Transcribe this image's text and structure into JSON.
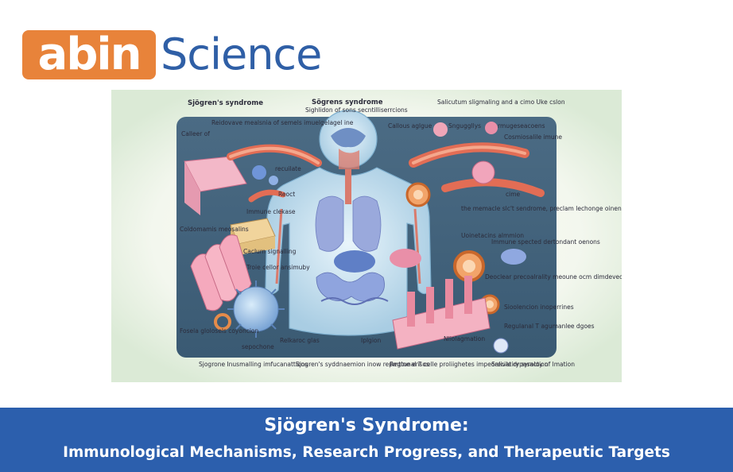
{
  "logo": {
    "badge_text": "abin",
    "brand_text": "Science",
    "badge_color": "#e8833a",
    "brand_color": "#2f5fa6"
  },
  "illustration": {
    "title_left": "Sjögren's syndrome",
    "title_center": "Sögrens syndrome",
    "subtitle_center": "Sighlidon of sons secntilliserrcions",
    "title_right": "Salicutum sligmaling and a cimo Uke cslon",
    "labels": {
      "top_left_note": "Reidovave mealsnia of semels imuelgelagel ine",
      "calleer": "Calleer of",
      "recuilate": "recuilate",
      "reoct": "Reoct",
      "immune_clekase": "Immune clekase",
      "coldomamis": "Coldomamis meosalins",
      "caclum_signalling": "Caclum signalling",
      "troie_cellor": "Troie cellor ansimuby",
      "fosela": "Fosela glolosels coyoncion",
      "sepochone": "sepochone",
      "relkaroc_glas": "Relkaroc glas",
      "iplgion": "Iplgion",
      "callous_aglgue": "Callous aglgue",
      "snguggllys": "Snguggllys",
      "rmugeseacoens": "rmugeseacoens",
      "cosmiosalile": "Cosmiosalile imune",
      "cime": "cime",
      "memacle_note": "the memacle slc't sendrome, preclam lechonge oinenes, edolrcemenoses",
      "uoinetacins": "Uoinetacins almmion",
      "immune_spected": "Immune spected dertondant oenons",
      "deoclear": "Deoclear precoalrality meoune ocm dimdeveoks, colmaily anmer celiling",
      "sioolencion": "Sioolencion inoperrines",
      "regulanal_t": "Regulanal T agumanlee dgoes",
      "nliolagmation": "Nliolagmation",
      "bottom_1": "Sjogrone Inusmalling imfucanattions",
      "bottom_2": "Sjogren's syddnaemion inow repmtine ensos",
      "bottom_3": "Regtunal T celle proliighetes impeorecile drpesaction",
      "bottom_4": "Salivatiry syrnloy of lmation"
    }
  },
  "banner": {
    "title": "Sjögren's Syndrome:",
    "subtitle": "Immunological Mechanisms, Research Progress, and Therapeutic Targets",
    "background": "#2c5fad"
  }
}
